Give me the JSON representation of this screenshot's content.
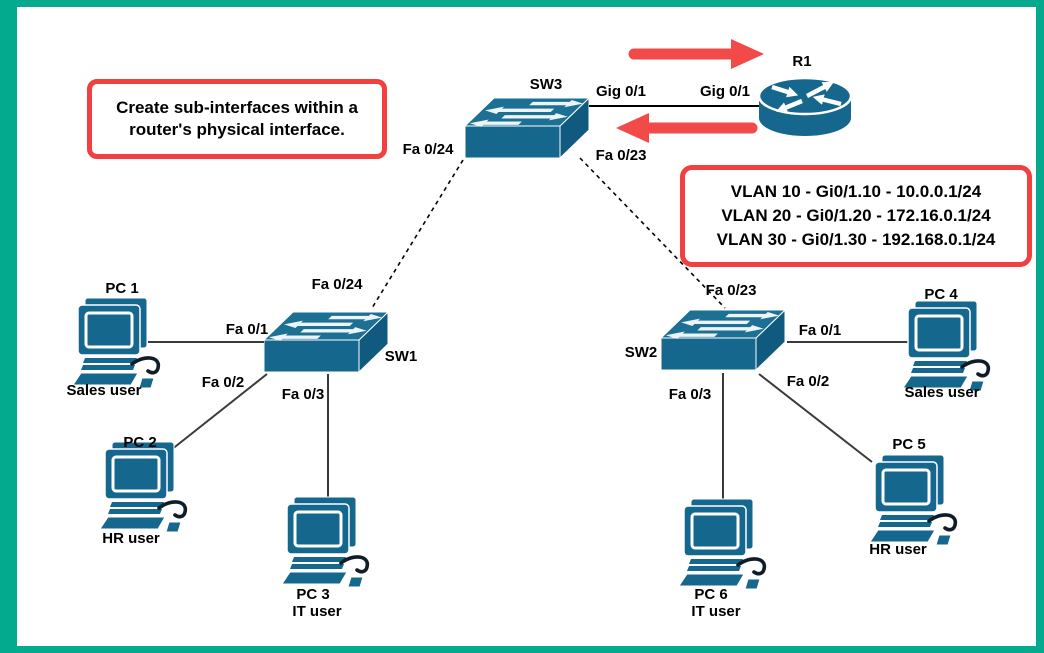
{
  "colors": {
    "frame_green": "#04aa8d",
    "accent_red": "#f23f3f",
    "device_blue": "#15678e",
    "text_black": "#000000"
  },
  "note_box": {
    "lines": [
      "Create sub-interfaces within a",
      "router's physical interface."
    ]
  },
  "vlan_box": {
    "lines": [
      "VLAN 10 - Gi0/1.10 - 10.0.0.1/24",
      "VLAN 20 - Gi0/1.20 - 172.16.0.1/24",
      "VLAN 30 - Gi0/1.30 - 192.168.0.1/24"
    ]
  },
  "router": {
    "name": "R1",
    "interface": "Gig 0/1"
  },
  "switches": {
    "sw3": {
      "name": "SW3",
      "uplink": "Gig 0/1",
      "fa24": "Fa 0/24",
      "fa23": "Fa 0/23"
    },
    "sw1": {
      "name": "SW1",
      "fa24": "Fa 0/24",
      "fa1": "Fa 0/1",
      "fa2": "Fa 0/2",
      "fa3": "Fa 0/3"
    },
    "sw2": {
      "name": "SW2",
      "fa23": "Fa 0/23",
      "fa1": "Fa 0/1",
      "fa2": "Fa 0/2",
      "fa3": "Fa 0/3"
    }
  },
  "pcs": [
    {
      "name": "PC 1",
      "user": "Sales user"
    },
    {
      "name": "PC 2",
      "user": "HR user"
    },
    {
      "name": "PC 3",
      "user": "IT user"
    },
    {
      "name": "PC 4",
      "user": "Sales user"
    },
    {
      "name": "PC 5",
      "user": "HR user"
    },
    {
      "name": "PC 6",
      "user": "IT user"
    }
  ]
}
